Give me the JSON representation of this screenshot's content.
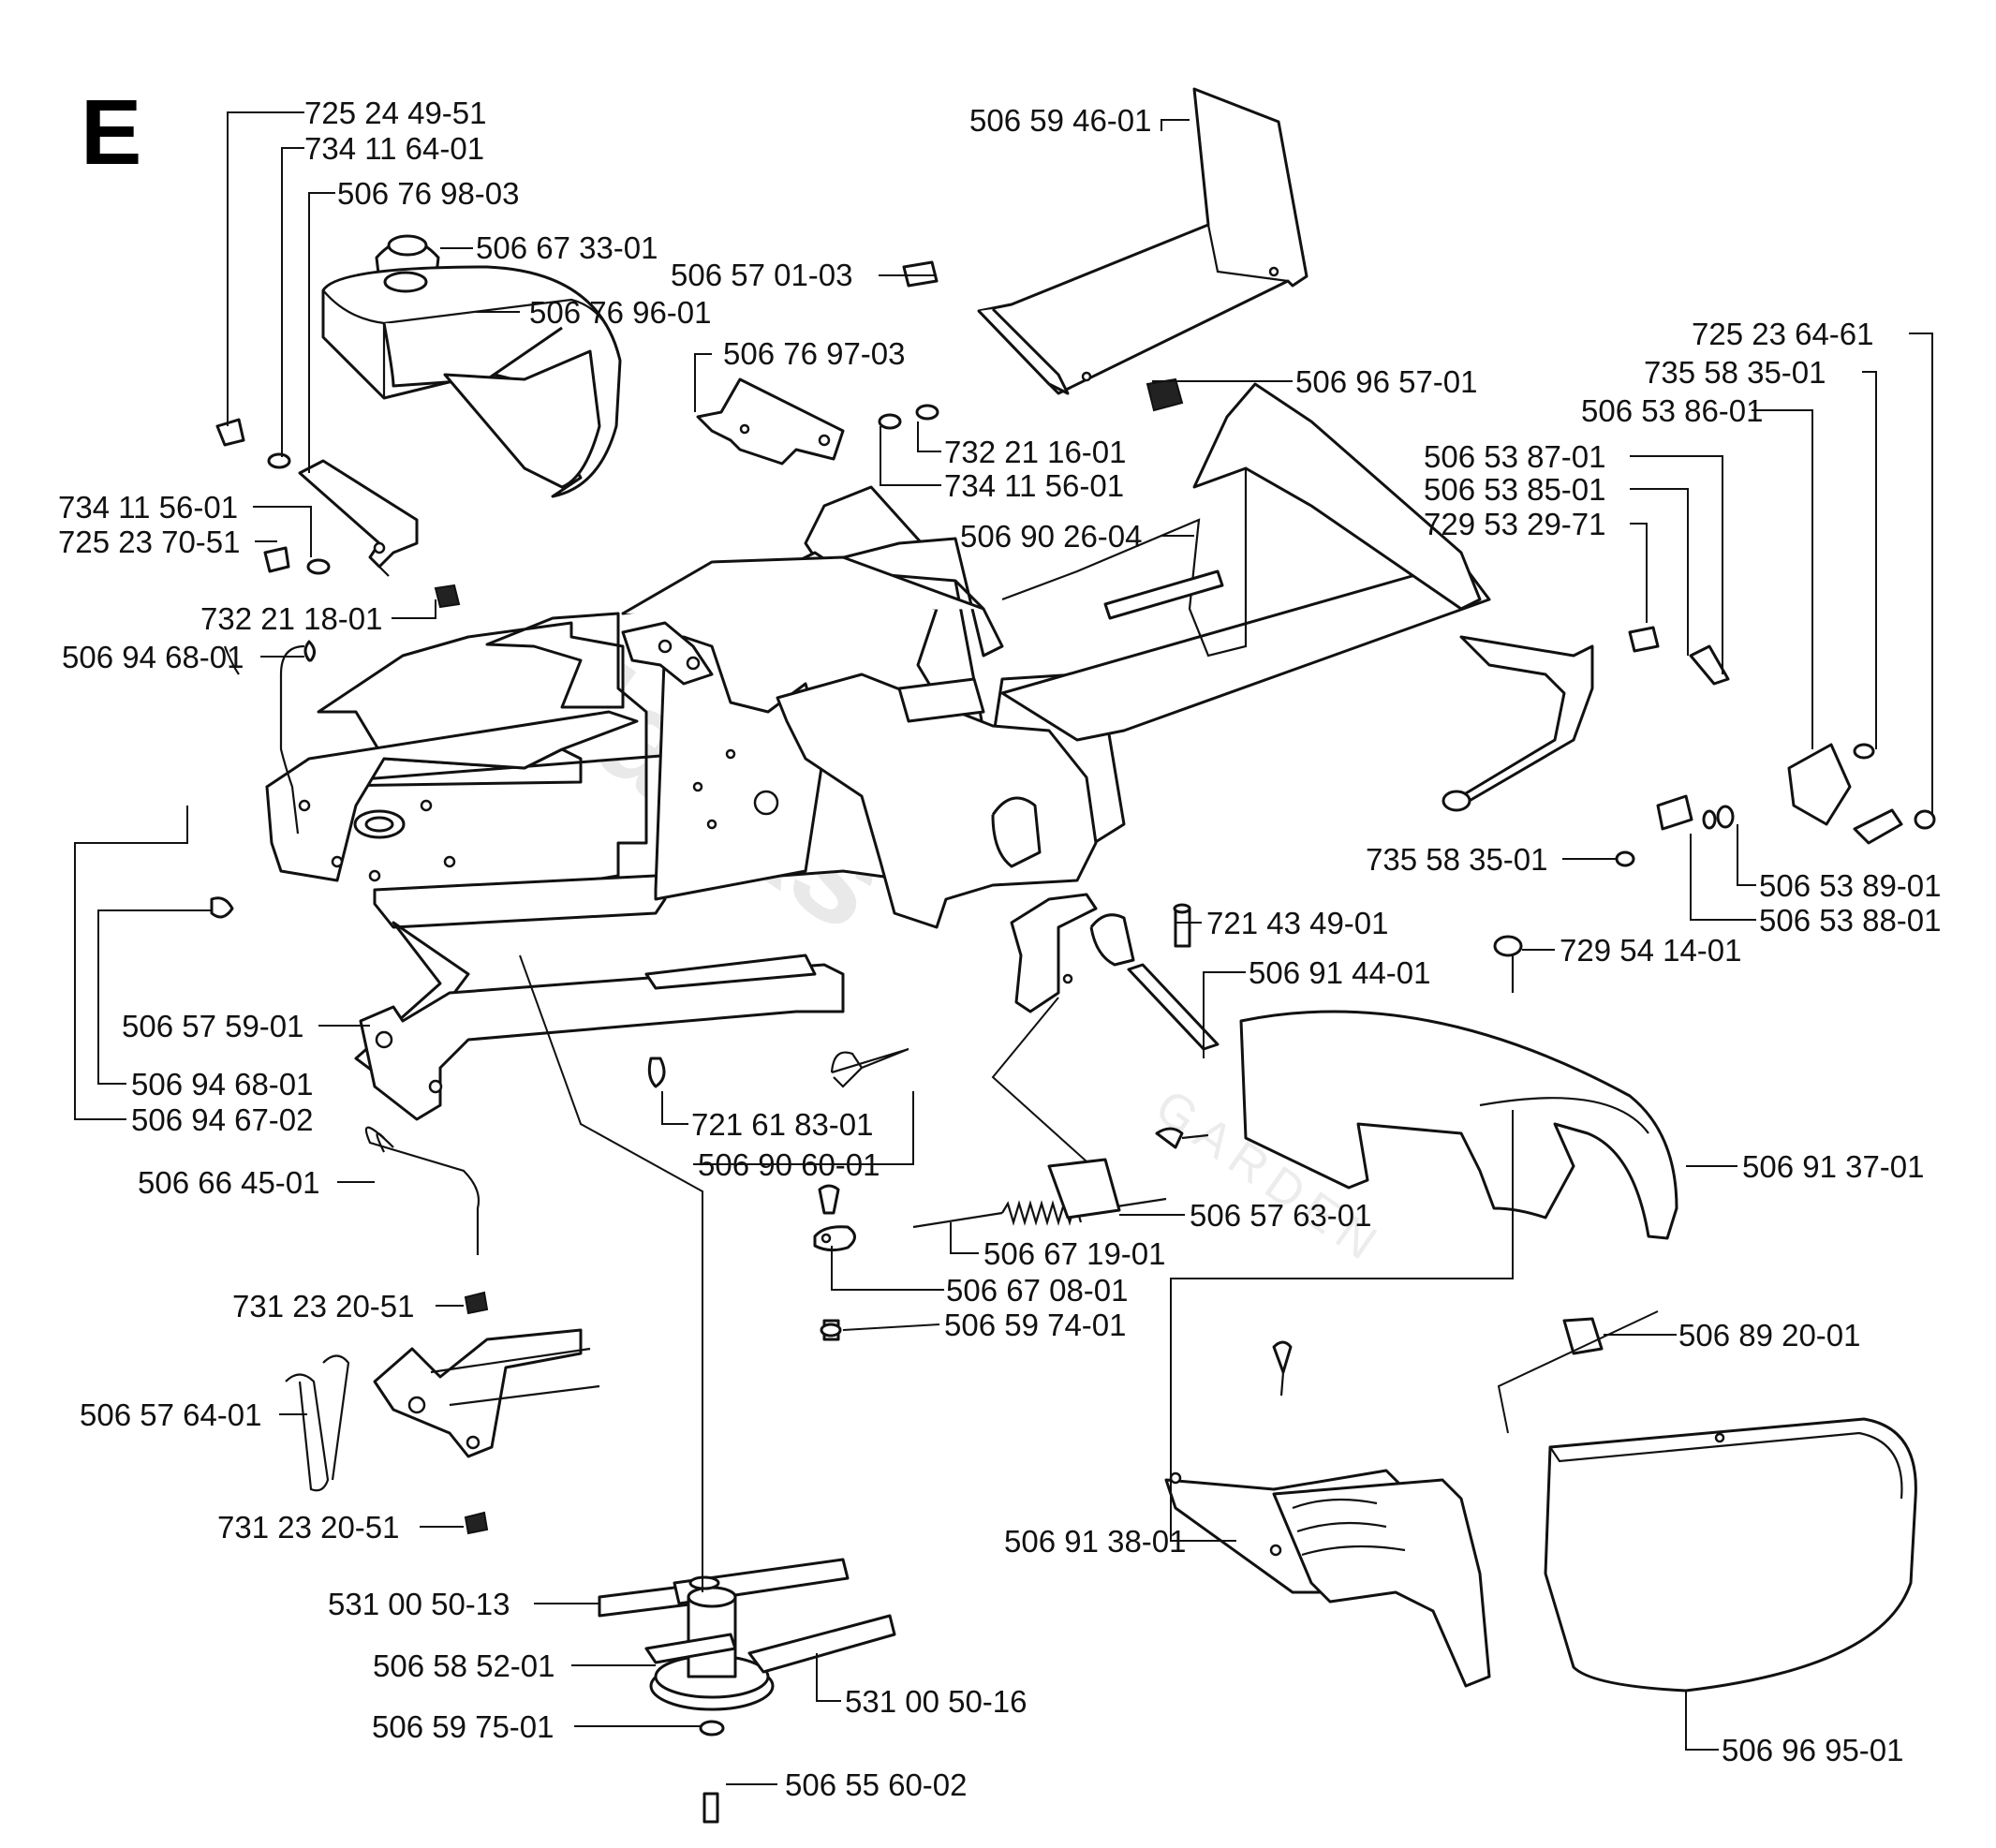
{
  "section_letter": "E",
  "watermark": {
    "brand": "Jacks",
    "sub": "GARDEN"
  },
  "callouts": [
    "725 24 49-51",
    "734 11 64-01",
    "506 76 98-03",
    "506 67 33-01",
    "506 76 96-01",
    "506 59 46-01",
    "506 57 01-03",
    "506 76 97-03",
    "506 96 57-01",
    "732 21 16-01",
    "734 11 56-01",
    "506 90 26-04",
    "734 11 56-01",
    "725 23 70-51",
    "732 21 18-01",
    "506 94 68-01",
    "725 23 64-61",
    "735 58 35-01",
    "506 53 86-01",
    "506 53 87-01",
    "506 53 85-01",
    "729 53 29-71",
    "735 58 35-01",
    "506 53 89-01",
    "506 53 88-01",
    "721 43 49-01",
    "506 91 44-01",
    "729 54 14-01",
    "506 57 59-01",
    "506 94 68-01",
    "506 94 67-02",
    "721 61 83-01",
    "506 90 60-01",
    "506 91 37-01",
    "506 57 63-01",
    "506 66 45-01",
    "506 67 19-01",
    "506 67 08-01",
    "506 59 74-01",
    "731 23 20-51",
    "506 57 64-01",
    "731 23 20-51",
    "506 89 20-01",
    "506 91 38-01",
    "531 00 50-13",
    "506 58 52-01",
    "531 00 50-16",
    "506 59 75-01",
    "506 55 60-02",
    "506 96 95-01"
  ]
}
